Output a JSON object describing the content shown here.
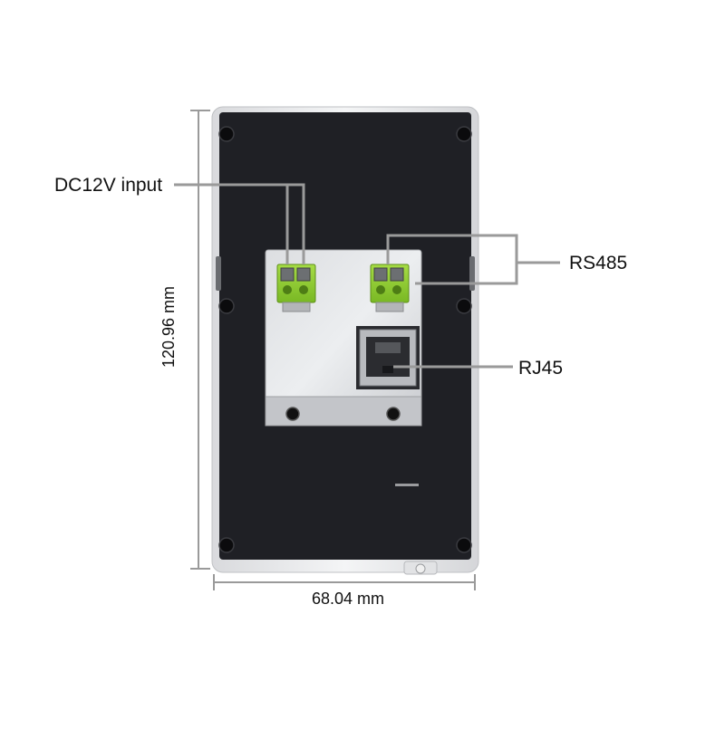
{
  "labels": {
    "dc_input": "DC12V input",
    "rs485": "RS485",
    "rj45": "RJ45"
  },
  "dimensions": {
    "width": "68.04 mm",
    "height": "120.96 mm"
  },
  "colors": {
    "panel": "#1f2025",
    "frame": "#e8e9eb",
    "bracket": "#c9cbcf",
    "terminal_green": "#8fcf2f",
    "leader_line": "#9a9a9a"
  }
}
